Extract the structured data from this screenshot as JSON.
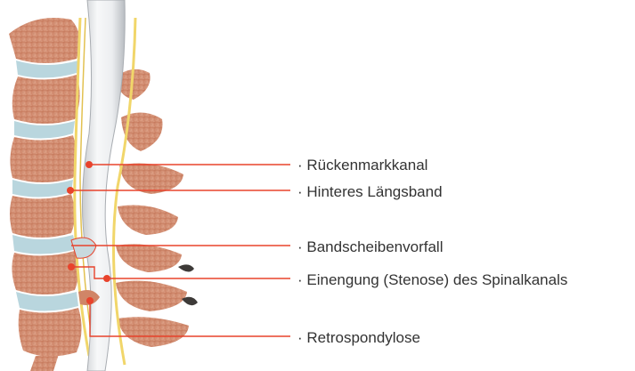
{
  "labels": [
    "· Rückenmarkkanal",
    "· Hinteres Längsband",
    "· Bandscheibenvorfall",
    "· Einengung (Stenose) des Spinalkanals",
    "· Retrospondylose"
  ],
  "colors": {
    "leader_line": "#e8432c",
    "vertebra": "#d48a6e",
    "disc": "#b9d6de",
    "ligament": "#f1d66a",
    "spinal_cord": "#e6e8ea",
    "text": "#333333"
  }
}
